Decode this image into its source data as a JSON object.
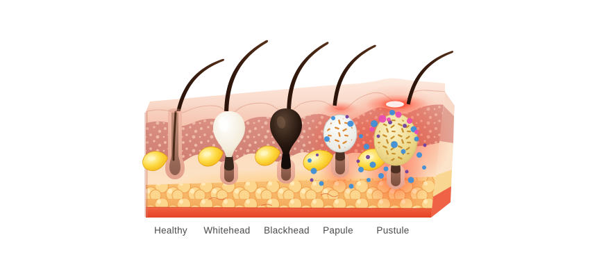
{
  "diagram": {
    "type": "skin-acne-cross-section",
    "stages": [
      {
        "id": "healthy",
        "label": "Healthy",
        "bulb_color": "#e9b2a2"
      },
      {
        "id": "whitehead",
        "label": "Whitehead",
        "bulb_color": "#f6f1e4"
      },
      {
        "id": "blackhead",
        "label": "Blackhead",
        "bulb_color": "#1d1310"
      },
      {
        "id": "papule",
        "label": "Papule",
        "bulb_color": "#ededeb"
      },
      {
        "id": "pustule",
        "label": "Pustule",
        "bulb_color": "#f0e2a8"
      }
    ],
    "colors": {
      "background": "#ffffff",
      "epidermis": "#f6cab7",
      "dermis": "#d8897c",
      "dermis_speckle": "#f3c2b0",
      "subcutis": "#fcdcbd",
      "fat": "#fbd48b",
      "muscle_layer": "#ee5a38",
      "hair": "#3c2013",
      "sebum_gland": "#fcd434",
      "inflammation_glow": "#ff2812",
      "bacteria_blue": "#3f8fd8",
      "bacteria_purple": "#7040a0",
      "bacteria_pink": "#ea4eb4",
      "bacteria_orange": "#dd8a33",
      "label_text": "#4a4a4a"
    }
  }
}
